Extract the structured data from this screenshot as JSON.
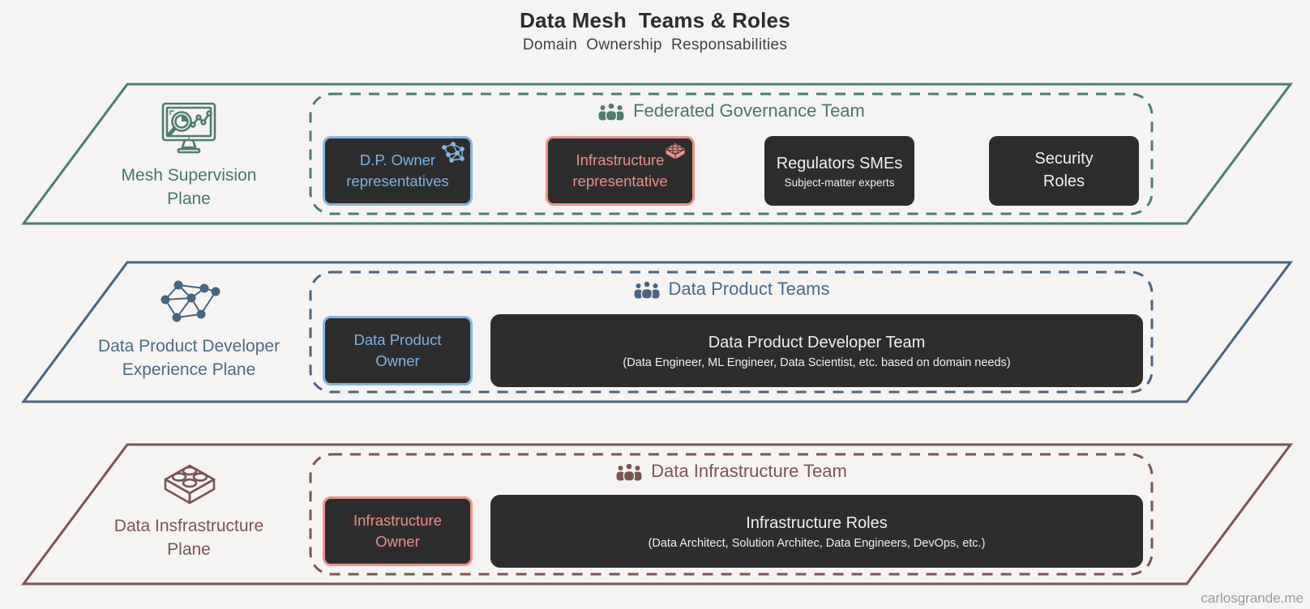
{
  "page": {
    "title": "Data Mesh  Teams & Roles",
    "subtitle": "Domain  Ownership  Responsabilities",
    "watermark": "carlosgrande.me"
  },
  "colors": {
    "background": "#f5f4f2",
    "box_dark": "#2e2d2d",
    "teal": "#4e7d6f",
    "blue": "#4a6480",
    "brown": "#7b5451",
    "accent_blue": "#85b7e9",
    "accent_salmon": "#ef928c",
    "text_light": "#f0efee"
  },
  "planes": [
    {
      "label": "Mesh Supervision\nPlane",
      "icon": "monitor-analytics-icon",
      "team": {
        "icon": "people-icon",
        "name": "Federated Governance Team",
        "roles": [
          {
            "label": "D.P. Owner\nrepresentatives",
            "accent": "blue",
            "corner_icon": "network-icon"
          },
          {
            "label": "Infrastructure\nrepresentative",
            "accent": "salmon",
            "corner_icon": "lego-icon"
          },
          {
            "label": "Regulators SMEs",
            "sublabel": "Subject-matter experts"
          },
          {
            "label": "Security\nRoles"
          }
        ]
      }
    },
    {
      "label": "Data Product Developer\nExperience Plane",
      "icon": "network-graph-icon",
      "team": {
        "icon": "people-icon",
        "name": "Data Product Teams",
        "roles": [
          {
            "label": "Data Product\nOwner",
            "accent": "blue"
          },
          {
            "label": "Data Product Developer Team",
            "sublabel": "(Data Engineer, ML Engineer, Data Scientist, etc. based on domain needs)",
            "wide": true
          }
        ]
      }
    },
    {
      "label": "Data Insfrastructure\nPlane",
      "icon": "lego-brick-icon",
      "team": {
        "icon": "people-icon",
        "name": "Data Infrastructure Team",
        "roles": [
          {
            "label": "Infrastructure\nOwner",
            "accent": "salmon"
          },
          {
            "label": "Infrastructure Roles",
            "sublabel": "(Data Architect, Solution Architec, Data Engineers, DevOps, etc.)",
            "wide": true
          }
        ]
      }
    }
  ]
}
